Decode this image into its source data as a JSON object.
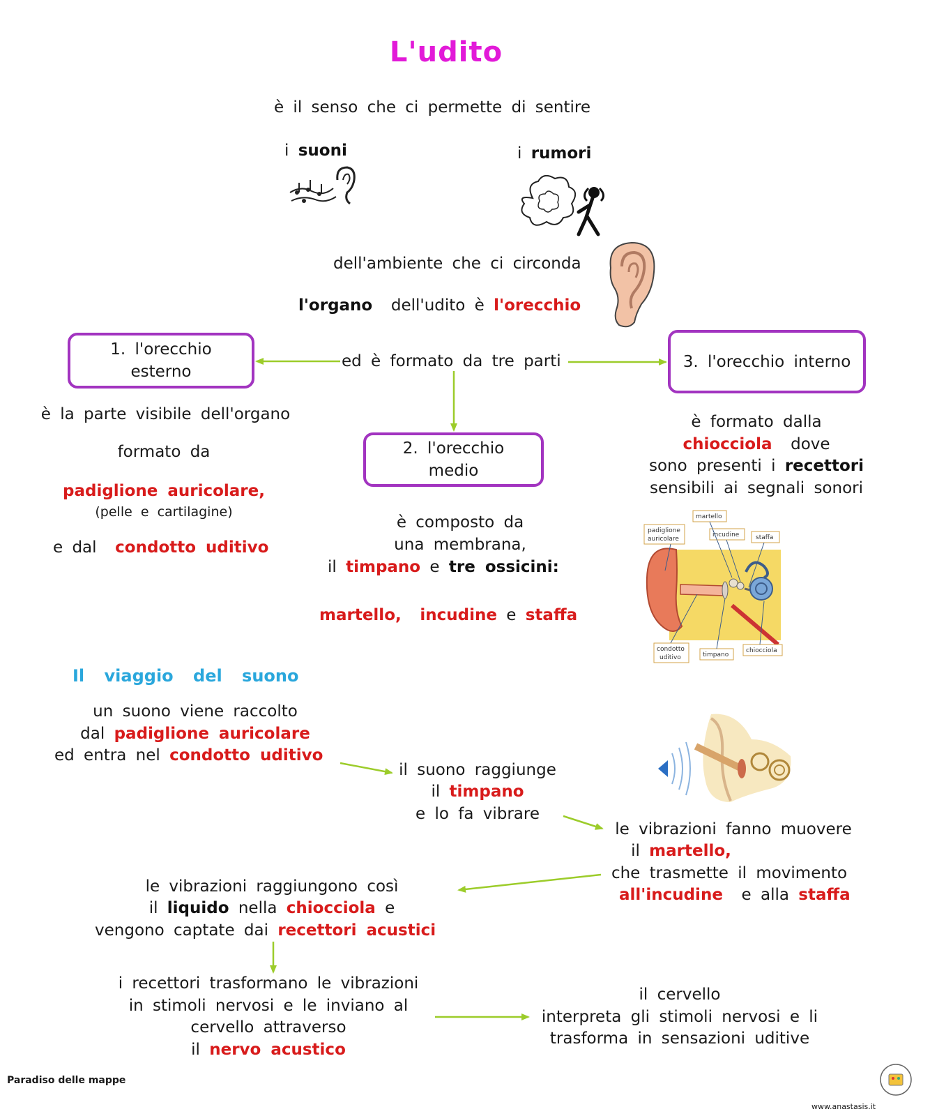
{
  "title": "L'udito",
  "intro": "è il senso che ci permette di sentire",
  "sounds": {
    "prefix": "i",
    "word": "suoni"
  },
  "noises": {
    "prefix": "i",
    "word": "rumori"
  },
  "environment": "dell'ambiente che ci circonda",
  "organ": {
    "a": "l'organo",
    "b": "dell'udito è",
    "c": "l'orecchio"
  },
  "parts_intro": "ed è formato da tre parti",
  "boxes": {
    "outer": {
      "line1": "1.  l'orecchio",
      "line2": "esterno"
    },
    "middle": {
      "line1": "2.  l'orecchio",
      "line2": "medio"
    },
    "inner": "3.  l'orecchio   interno"
  },
  "outer": {
    "visible": "è la parte visibile dell'organo",
    "formed": "formato da",
    "pinna": "padiglione auricolare,",
    "pinna_note": "(pelle e cartilagine)",
    "canal_prefix": "e dal",
    "canal": "condotto uditivo"
  },
  "middle": {
    "l1": "è composto da",
    "l2": "una membrana,",
    "l3a": "il",
    "l3b": "timpano",
    "l3c": "e",
    "l3d": "tre ossicini:",
    "bones_a": "martello,",
    "bones_b": "incudine",
    "bones_c": "e",
    "bones_d": "staffa"
  },
  "inner": {
    "l1": "è formato dalla",
    "l2a": "chiocciola",
    "l2b": "dove",
    "l3a": "sono presenti i",
    "l3b": "recettori",
    "l4": "sensibili ai segnali sonori"
  },
  "ear_labels": {
    "padiglione1": "padiglione",
    "padiglione2": "auricolare",
    "martello": "martello",
    "incudine": "incudine",
    "staffa": "staffa",
    "condotto1": "condotto",
    "condotto2": "uditivo",
    "timpano": "timpano",
    "chiocciola": "chiocciola"
  },
  "journey_title": "Il viaggio del suono",
  "step1": {
    "l1": "un suono viene raccolto",
    "l2a": "dal",
    "l2b": "padiglione auricolare",
    "l3a": "ed entra nel",
    "l3b": "condotto uditivo"
  },
  "step2": {
    "l1": "il suono raggiunge",
    "l2a": "il",
    "l2b": "timpano",
    "l3": "e lo fa vibrare"
  },
  "step3": {
    "l1": "le vibrazioni fanno muovere",
    "l2a": "il",
    "l2b": "martello,",
    "l3": "che trasmette il movimento",
    "l4a": "all'incudine",
    "l4b": "e alla",
    "l4c": "staffa"
  },
  "step4": {
    "l1": "le vibrazioni raggiungono così",
    "l2a": "il",
    "l2b": "liquido",
    "l2c": "nella",
    "l2d": "chiocciola",
    "l2e": "e",
    "l3a": "vengono captate dai",
    "l3b": "recettori acustici"
  },
  "step5": {
    "l1": "i recettori trasformano le vibrazioni",
    "l2": "in stimoli nervosi e le inviano al",
    "l3": "cervello attraverso",
    "l4a": "il",
    "l4b": "nervo acustico"
  },
  "step6": {
    "l1": "il cervello",
    "l2": "interpreta gli stimoli nervosi e li",
    "l3": "trasforma in sensazioni uditive"
  },
  "footer_left": "Paradiso delle mappe",
  "footer_right": "www.anastasis.it",
  "colors": {
    "title": "#e21ad8",
    "box_border": "#a234c0",
    "keyword": "#d81b1b",
    "subtitle": "#2aa7dc",
    "arrow": "#9ccc2a"
  }
}
